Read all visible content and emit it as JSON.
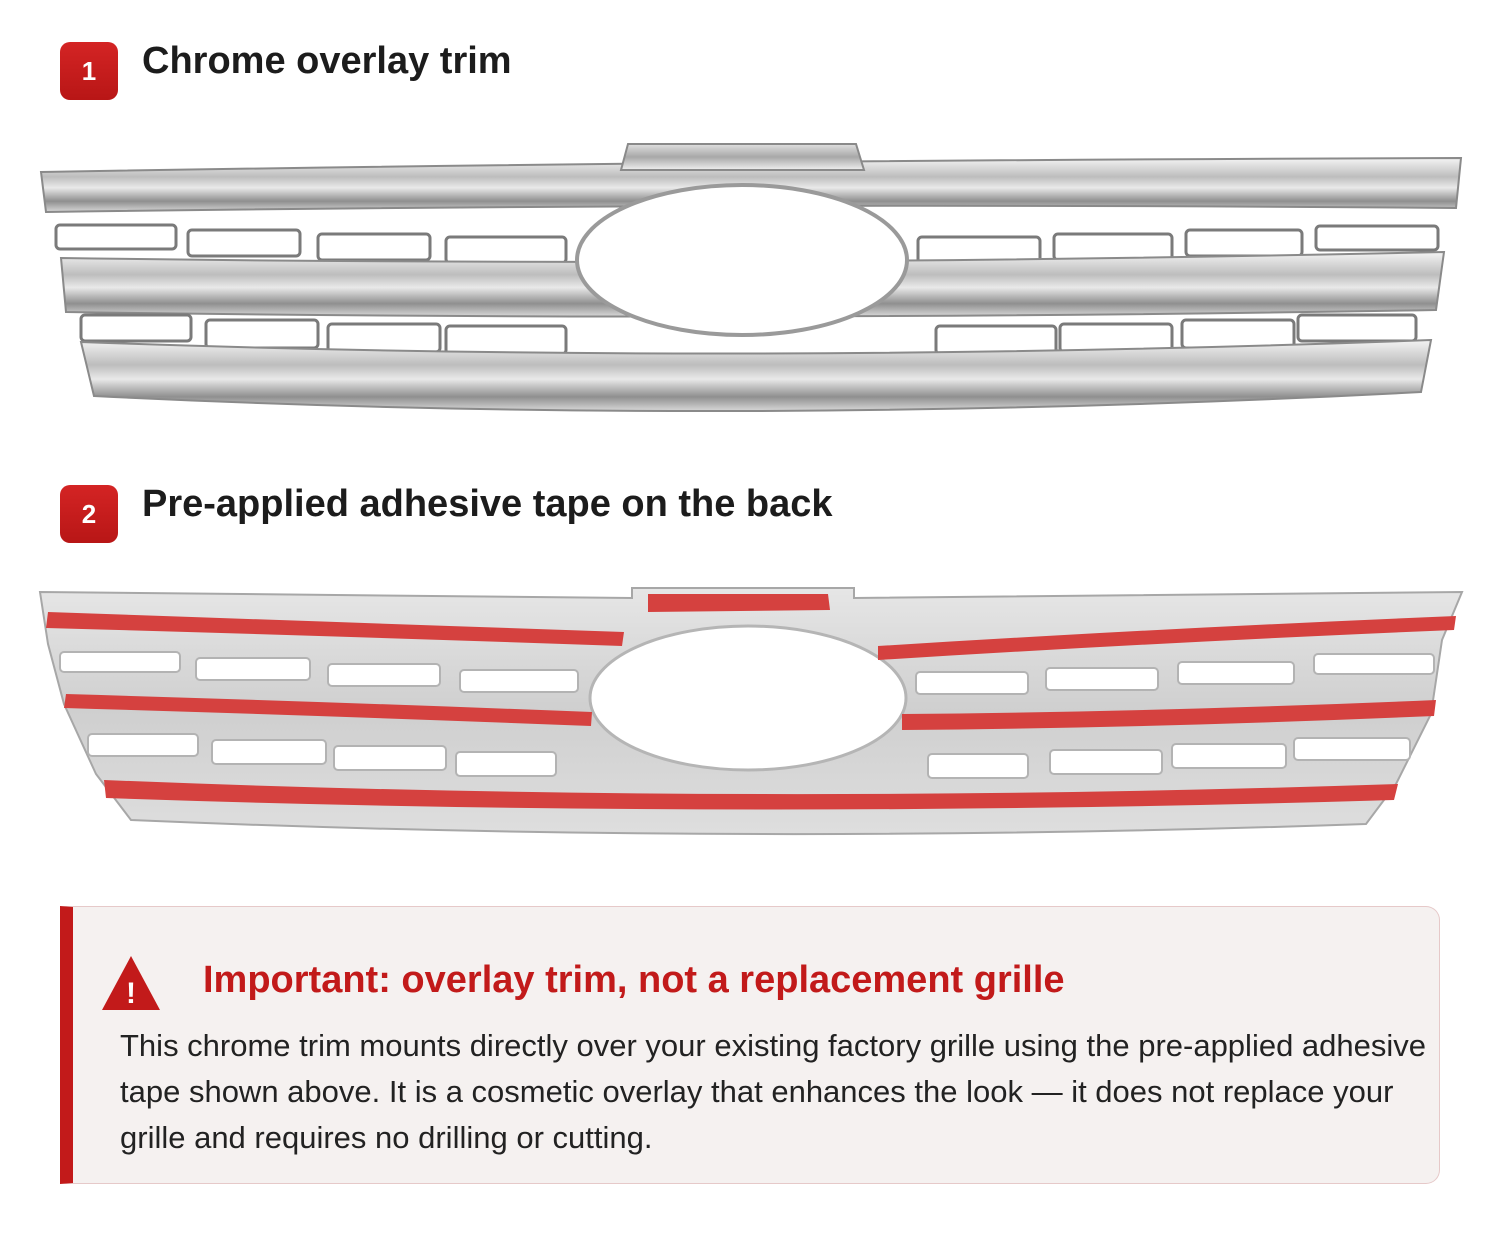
{
  "steps": [
    {
      "number": "1",
      "title": "Chrome overlay trim"
    },
    {
      "number": "2",
      "title": "Pre-applied adhesive tape on the back"
    }
  ],
  "figures": {
    "chrome": {
      "name": "chrome-grille-front",
      "style": "chrome"
    },
    "back": {
      "name": "grille-back-with-adhesive",
      "style": "back",
      "tape_color": "#d5413f"
    }
  },
  "notice": {
    "icon": "warning-triangle-icon",
    "title": "Important: overlay trim, not a replacement grille",
    "body": "This chrome trim mounts directly over your existing factory grille using the pre-applied adhesive tape shown above. It is a cosmetic overlay that enhances the look — it does not replace your grille and requires no drilling or cutting."
  },
  "colors": {
    "accent": "#c21a1a",
    "notice_bg": "#f5f1f0"
  }
}
